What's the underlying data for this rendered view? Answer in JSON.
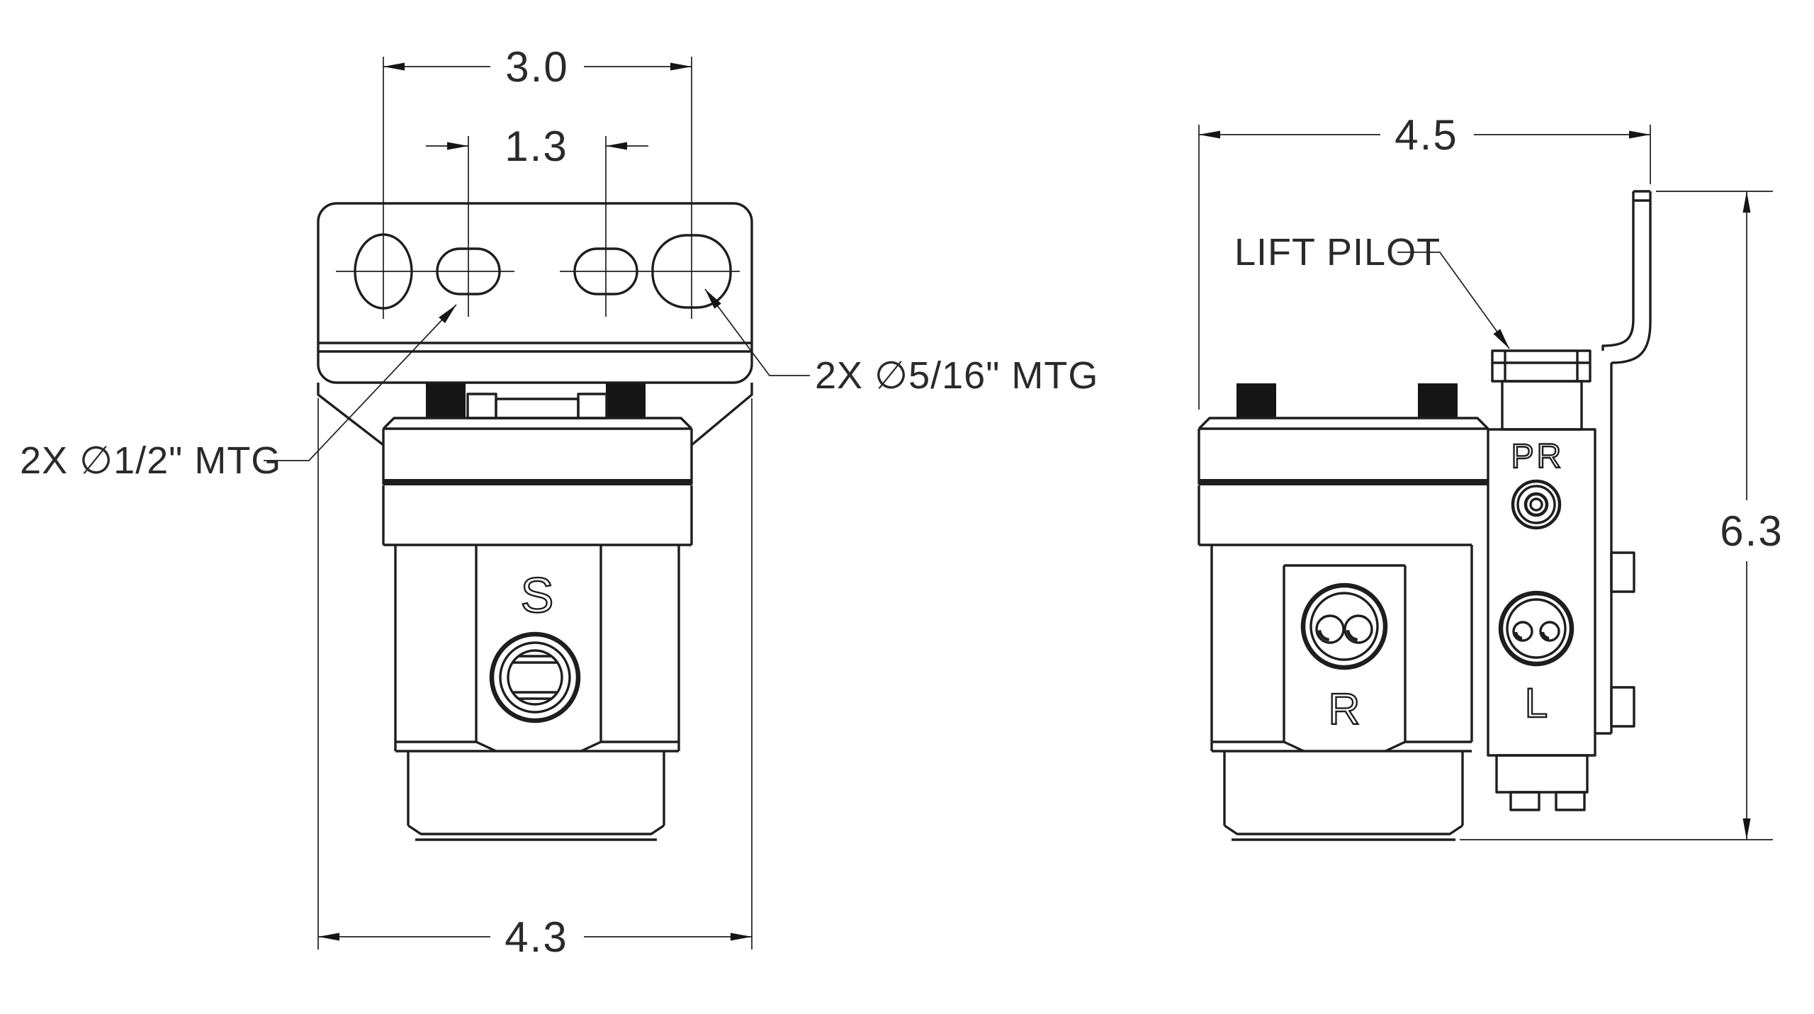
{
  "drawing_title": "valve-two-view-dimension-drawing",
  "front_view": {
    "dim_hole_span": "3.0",
    "dim_slot_span": "1.3",
    "dim_overall_width": "4.3",
    "callout_left": "2X ∅1/2\" MTG",
    "callout_right": "2X ∅5/16\" MTG",
    "port_label": "S"
  },
  "side_view": {
    "dim_overall_depth": "4.5",
    "dim_overall_height": "6.3",
    "callout_lift_pilot": "LIFT PILOT",
    "label_pilot_port": "PR",
    "label_left_port": "L",
    "label_right_port": "R"
  },
  "colors": {
    "line": "#1e1e1e",
    "background": "#ffffff"
  }
}
